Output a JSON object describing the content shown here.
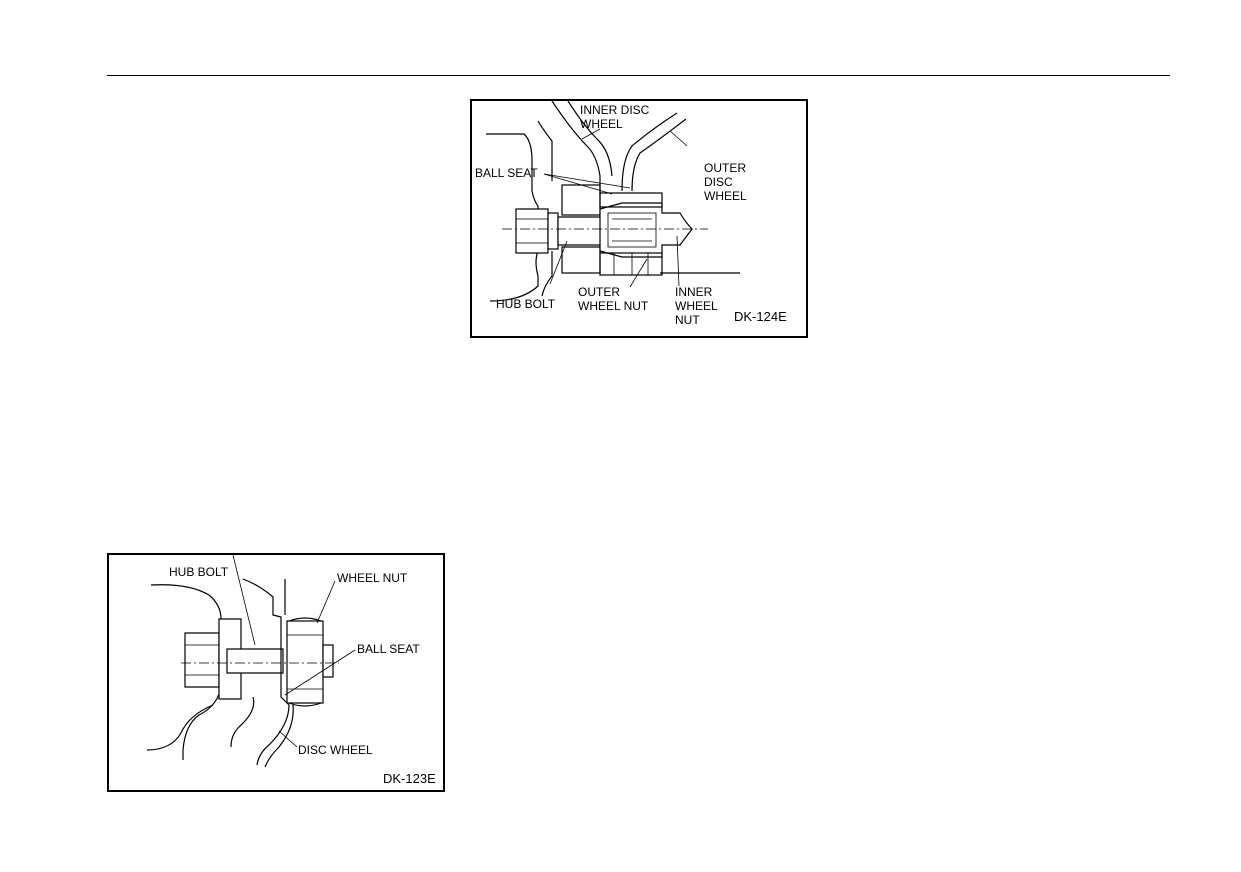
{
  "figure_top": {
    "code": "DK-124E",
    "labels": {
      "inner_disc_wheel": "INNER DISC\nWHEEL",
      "outer_disc_wheel": "OUTER\nDISC\nWHEEL",
      "ball_seat": "BALL SEAT",
      "hub_bolt": "HUB BOLT",
      "outer_wheel_nut": "OUTER\nWHEEL NUT",
      "inner_wheel_nut": "INNER\nWHEEL\nNUT"
    }
  },
  "figure_bottom": {
    "code": "DK-123E",
    "labels": {
      "hub_bolt": "HUB BOLT",
      "wheel_nut": "WHEEL NUT",
      "ball_seat": "BALL SEAT",
      "disc_wheel": "DISC WHEEL"
    }
  }
}
